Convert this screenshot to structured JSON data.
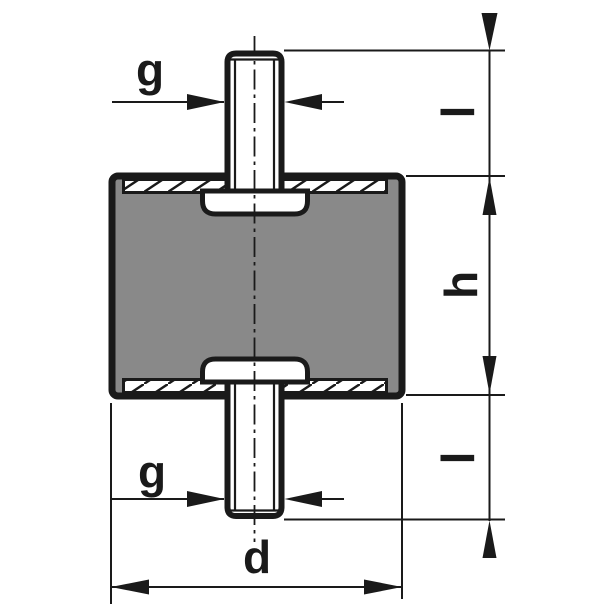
{
  "drawing": {
    "labels": {
      "thread_diameter_top": "g",
      "stud_length_top": "l",
      "body_height": "h",
      "thread_diameter_bottom": "g",
      "stud_length_bottom": "l",
      "body_diameter": "d"
    },
    "colors": {
      "line": "#1a1a1a",
      "rubber_fill": "#898989",
      "plate_fill": "#ffffff",
      "background": "#ffffff"
    }
  }
}
